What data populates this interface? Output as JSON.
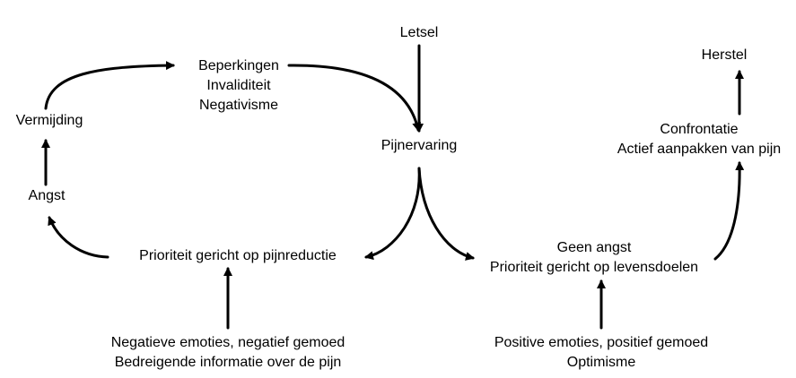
{
  "diagram": {
    "nodes": {
      "letsel": [
        "Letsel"
      ],
      "pijnervaring": [
        "Pijnervaring"
      ],
      "beperkingen": [
        "Beperkingen",
        "Invaliditeit",
        "Negativisme"
      ],
      "vermijding": [
        "Vermijding"
      ],
      "angst": [
        "Angst"
      ],
      "prioriteit_pijn": [
        "Prioriteit gericht op pijnreductie"
      ],
      "negatieve": [
        "Negatieve emoties, negatief gemoed",
        "Bedreigende informatie over de pijn"
      ],
      "geen_angst": [
        "Geen angst",
        "Prioriteit gericht op levensdoelen"
      ],
      "positieve": [
        "Positive emoties, positief gemoed",
        "Optimisme"
      ],
      "confrontatie": [
        "Confrontatie",
        "Actief aanpakken van pijn"
      ],
      "herstel": [
        "Herstel"
      ]
    },
    "edges": [
      {
        "from": "letsel",
        "to": "pijnervaring"
      },
      {
        "from": "pijnervaring",
        "to": "prioriteit_pijn"
      },
      {
        "from": "pijnervaring",
        "to": "geen_angst"
      },
      {
        "from": "prioriteit_pijn",
        "to": "angst"
      },
      {
        "from": "angst",
        "to": "vermijding"
      },
      {
        "from": "vermijding",
        "to": "beperkingen"
      },
      {
        "from": "beperkingen",
        "to": "pijnervaring"
      },
      {
        "from": "negatieve",
        "to": "prioriteit_pijn"
      },
      {
        "from": "positieve",
        "to": "geen_angst"
      },
      {
        "from": "geen_angst",
        "to": "confrontatie"
      },
      {
        "from": "confrontatie",
        "to": "herstel"
      }
    ],
    "line_color": "#000000"
  }
}
